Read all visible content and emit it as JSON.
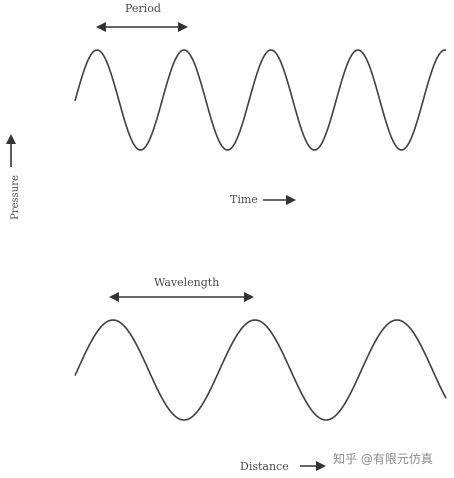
{
  "diagram": {
    "top_panel": {
      "period_label": "Period",
      "time_label": "Time",
      "pressure_label": "Pressure",
      "cycles_shown": 4
    },
    "bottom_panel": {
      "wavelength_label": "Wavelength",
      "distance_label": "Distance",
      "cycles_shown": 2.5
    },
    "watermark": "知乎 @有限元仿真",
    "colors": {
      "wave": "#3f3f3f",
      "arrow": "#333333",
      "text": "#4a4a4a",
      "watermark": "#8c8c8c"
    }
  }
}
